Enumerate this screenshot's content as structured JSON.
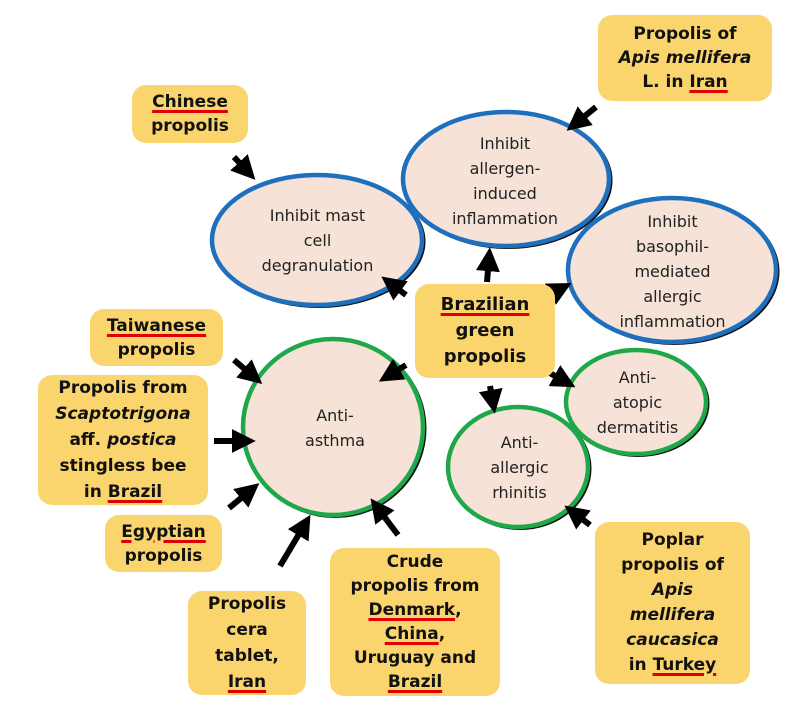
{
  "colors": {
    "source_box_fill": "#fad46d",
    "effect_fill": "#f6e2d6",
    "inhibit_outline": "#1f6fbf",
    "anti_outline": "#1fa84a",
    "arrow": "#000000",
    "underline": "#e00000"
  },
  "center": {
    "lines": [
      [
        {
          "text": "Brazilian",
          "underline": true
        }
      ],
      [
        {
          "text": "green"
        }
      ],
      [
        {
          "text": "propolis"
        }
      ]
    ]
  },
  "effects": {
    "mast_cell": {
      "lines": [
        "Inhibit mast",
        "cell",
        "degranulation"
      ],
      "category": "inhibit"
    },
    "allergen": {
      "lines": [
        "Inhibit",
        "allergen-",
        "induced",
        "inflammation"
      ],
      "category": "inhibit"
    },
    "basophil": {
      "lines": [
        "Inhibit",
        "basophil-",
        "mediated",
        "allergic",
        "inflammation"
      ],
      "category": "inhibit"
    },
    "atopic": {
      "lines": [
        "Anti-",
        "atopic",
        "dermatitis"
      ],
      "category": "anti"
    },
    "rhinitis": {
      "lines": [
        "Anti-",
        "allergic",
        "rhinitis"
      ],
      "category": "anti"
    },
    "asthma": {
      "lines": [
        "Anti-",
        "asthma"
      ],
      "category": "anti"
    }
  },
  "sources": {
    "iran_apis": {
      "target": "allergen",
      "lines": [
        [
          {
            "text": "Propolis of"
          }
        ],
        [
          {
            "text": "Apis mellifera",
            "italic": true
          }
        ],
        [
          {
            "text": "L. in "
          },
          {
            "text": "Iran",
            "underline": true
          }
        ]
      ]
    },
    "chinese": {
      "target": "mast_cell",
      "lines": [
        [
          {
            "text": "Chinese",
            "underline": true
          }
        ],
        [
          {
            "text": "propolis"
          }
        ]
      ]
    },
    "taiwanese": {
      "target": "asthma",
      "lines": [
        [
          {
            "text": "Taiwanese",
            "underline": true
          }
        ],
        [
          {
            "text": "propolis"
          }
        ]
      ]
    },
    "scaptotrigona": {
      "target": "asthma",
      "lines": [
        [
          {
            "text": "Propolis from"
          }
        ],
        [
          {
            "text": "Scaptotrigona",
            "italic": true
          }
        ],
        [
          {
            "text": "aff. "
          },
          {
            "text": "postica",
            "italic": true
          }
        ],
        [
          {
            "text": "stingless bee"
          }
        ],
        [
          {
            "text": "in "
          },
          {
            "text": "Brazil",
            "underline": true
          }
        ]
      ]
    },
    "egyptian": {
      "target": "asthma",
      "lines": [
        [
          {
            "text": "Egyptian",
            "underline": true
          }
        ],
        [
          {
            "text": "propolis"
          }
        ]
      ]
    },
    "cera_tablet": {
      "target": "asthma",
      "lines": [
        [
          {
            "text": "Propolis"
          }
        ],
        [
          {
            "text": "cera"
          }
        ],
        [
          {
            "text": "tablet,"
          }
        ],
        [
          {
            "text": "Iran",
            "underline": true
          }
        ]
      ]
    },
    "crude": {
      "target": "asthma",
      "lines": [
        [
          {
            "text": "Crude"
          }
        ],
        [
          {
            "text": "propolis from"
          }
        ],
        [
          {
            "text": "Denmark",
            "underline": true
          },
          {
            "text": ","
          }
        ],
        [
          {
            "text": "China",
            "underline": true
          },
          {
            "text": ","
          }
        ],
        [
          {
            "text": "Uruguay and"
          }
        ],
        [
          {
            "text": "Brazil",
            "underline": true
          }
        ]
      ]
    },
    "poplar": {
      "target": "rhinitis",
      "lines": [
        [
          {
            "text": "Poplar"
          }
        ],
        [
          {
            "text": "propolis of"
          }
        ],
        [
          {
            "text": "Apis",
            "italic": true
          }
        ],
        [
          {
            "text": "mellifera",
            "italic": true
          }
        ],
        [
          {
            "text": "caucasica",
            "italic": true
          }
        ],
        [
          {
            "text": "in "
          },
          {
            "text": "Turkey",
            "underline": true
          }
        ]
      ]
    }
  }
}
